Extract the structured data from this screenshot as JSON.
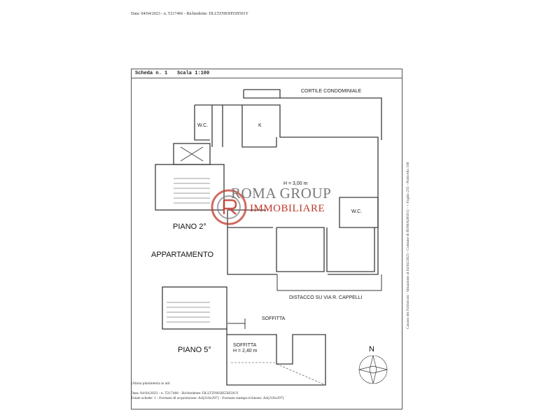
{
  "header": {
    "line": "Data: 04/04/2023 - n. T217466 - Richiedente: DLLTZN83H55H501Y"
  },
  "sheet": {
    "scheda": "Scheda n. 1",
    "scala": "Scala 1:100"
  },
  "labels": {
    "cortile": "CORTILE CONDOMINIALE",
    "wc1": "W.C.",
    "k": "K",
    "height1": "H = 3,00 m",
    "wc2": "W.C.",
    "piano2": "PIANO 2°",
    "appartamento": "APPARTAMENTO",
    "distacco": "DISTACCO SU VIA R. CAPPELLI",
    "soffitta_top": "SOFFITTA",
    "piano5": "PIANO 5°",
    "soffitta_in": "SOFFITTA",
    "height2": "H = 2,40 m",
    "north": "N"
  },
  "watermark": {
    "line1": "ROMA GROUP",
    "line2": "IMMOBILIARE"
  },
  "side_text": "Catasto dei Fabbricati - Situazione al 04/04/2023 - Comune di ROMA(H501) - < Foglio 235 - Particella 100",
  "footer": {
    "line1": "Ultima planimetria in atti",
    "line2": "Data: 04/04/2023 - n. T217466 - Richiedente: DLLTZN83H55H501Y",
    "line3": "Totale schede: 1 - Formato di acquisizione: A4(210x297) - Formato stampa richiesto: A4(210x297)"
  },
  "colors": {
    "wall": "#3a3a3a",
    "brand_red": "#c0392b",
    "brand_gray": "#7a7a7a"
  }
}
